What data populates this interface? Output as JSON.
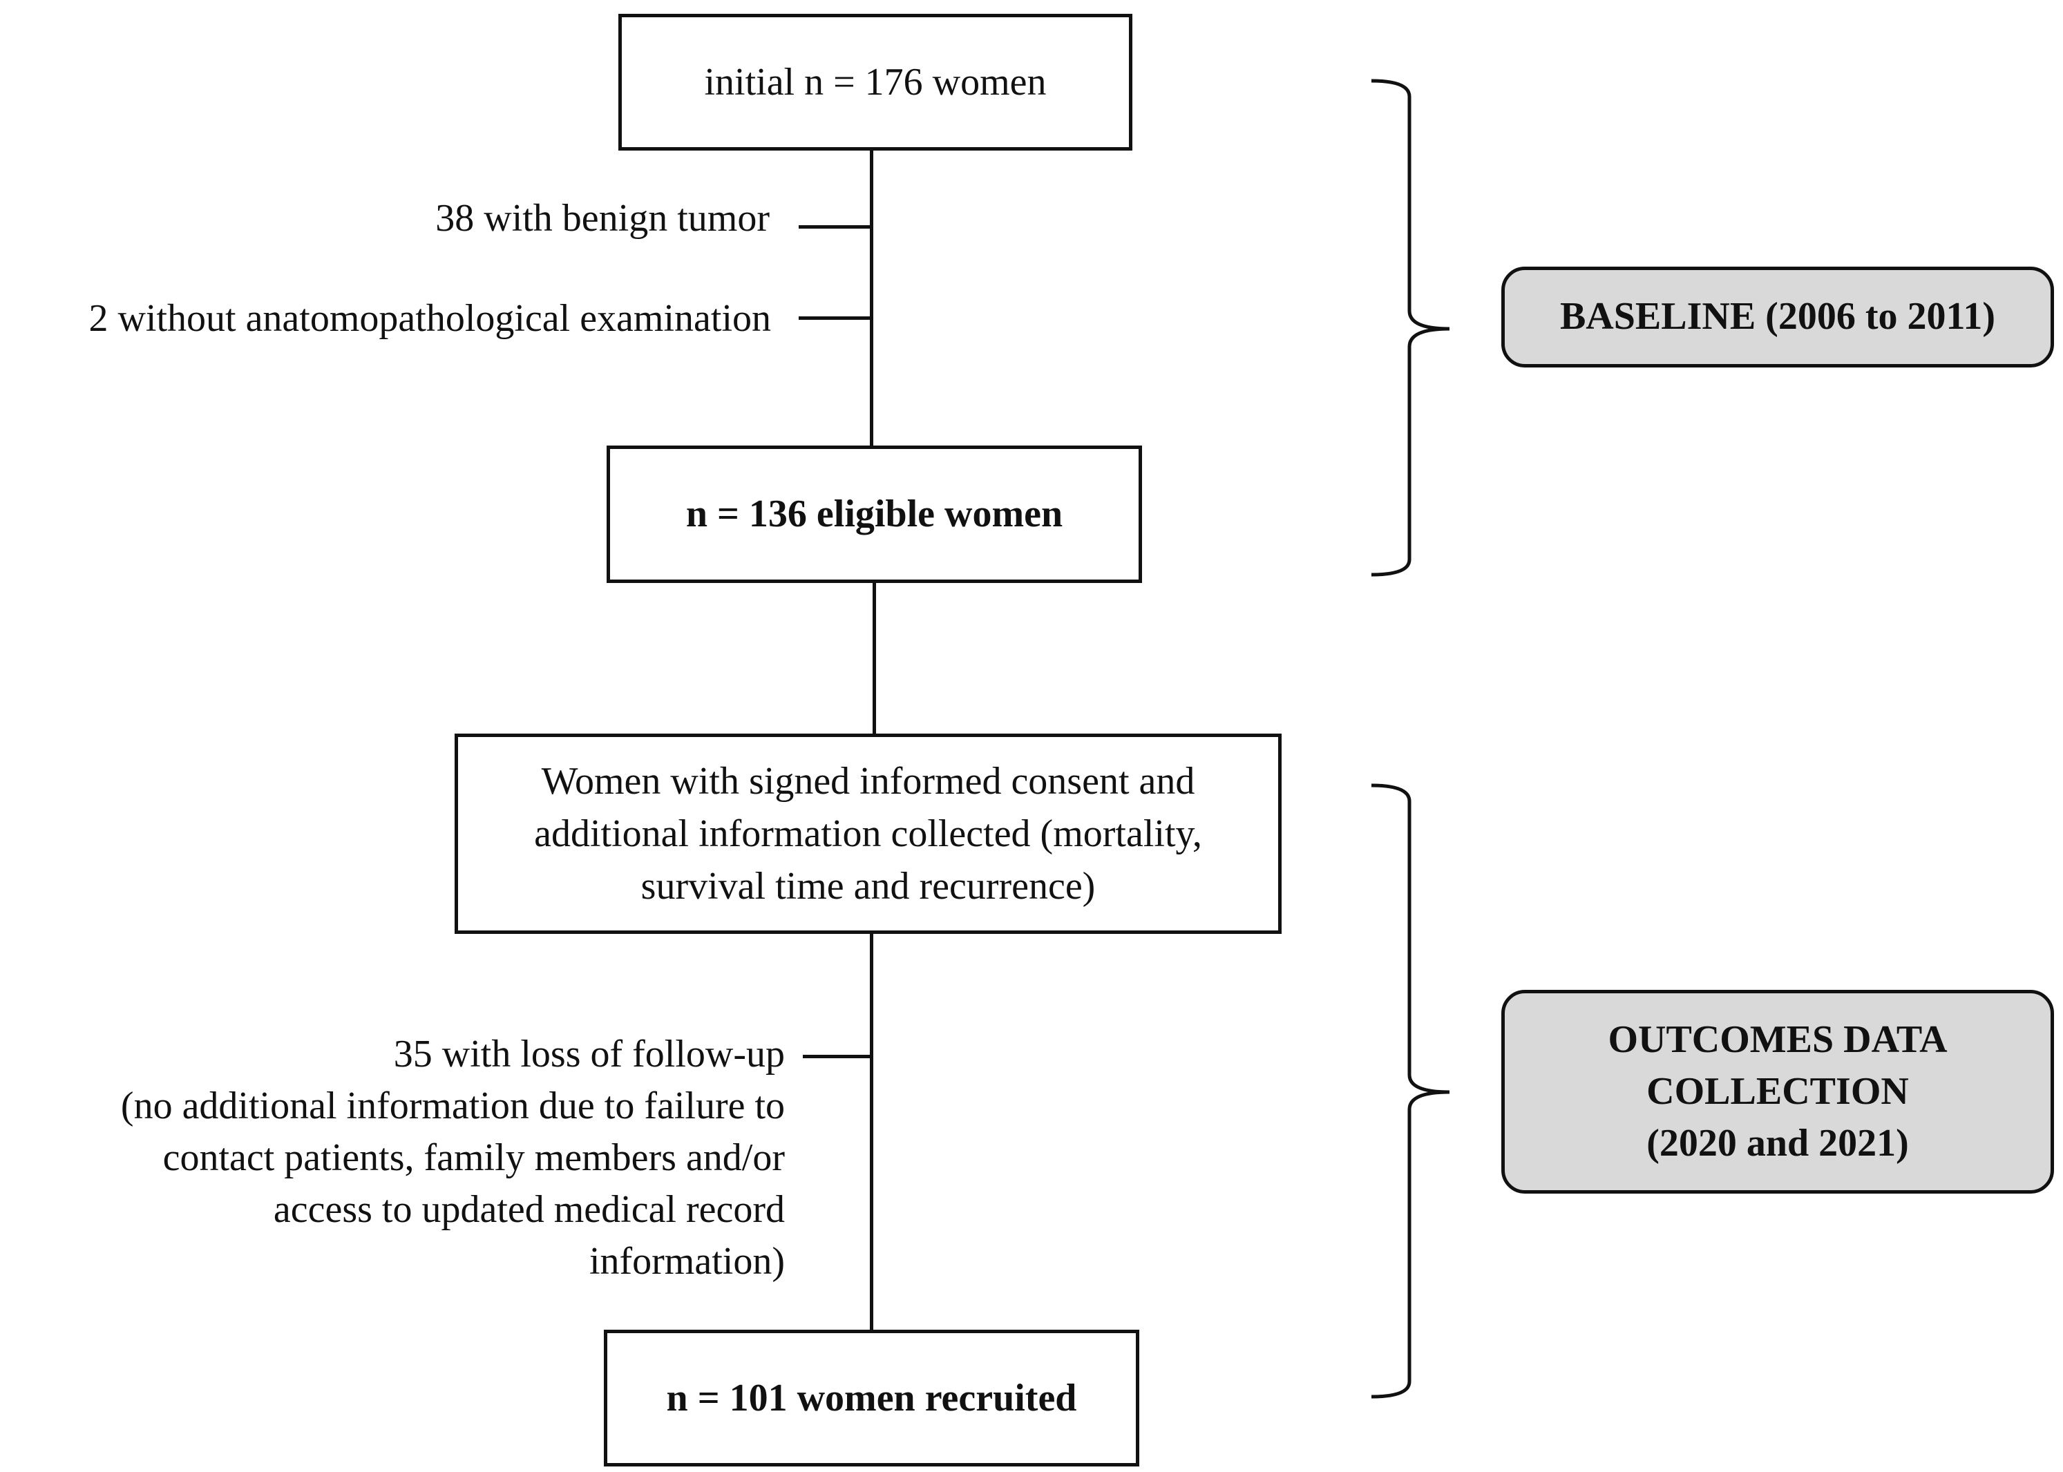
{
  "flow": {
    "initial": "initial n = 176 women",
    "exclusion_benign": "38 with benign tumor",
    "exclusion_no_exam": "2 without anatomopathological examination",
    "eligible": "n = 136 eligible women",
    "consent_line1": "Women with signed informed consent and",
    "consent_line2": "additional information collected (mortality,",
    "consent_line3": "survival time and recurrence)",
    "loss_line1": "35 with loss of follow-up",
    "loss_line2": "(no additional information due to failure to",
    "loss_line3": "contact patients, family members and/or",
    "loss_line4": "access to updated medical record",
    "loss_line5": "information)",
    "recruited": "n = 101 women recruited"
  },
  "phases": {
    "baseline": "BASELINE (2006 to 2011)",
    "outcomes_line1": "OUTCOMES DATA",
    "outcomes_line2": "COLLECTION",
    "outcomes_line3": "(2020 and 2021)",
    "label_fill_color": "#d9d9d9"
  }
}
